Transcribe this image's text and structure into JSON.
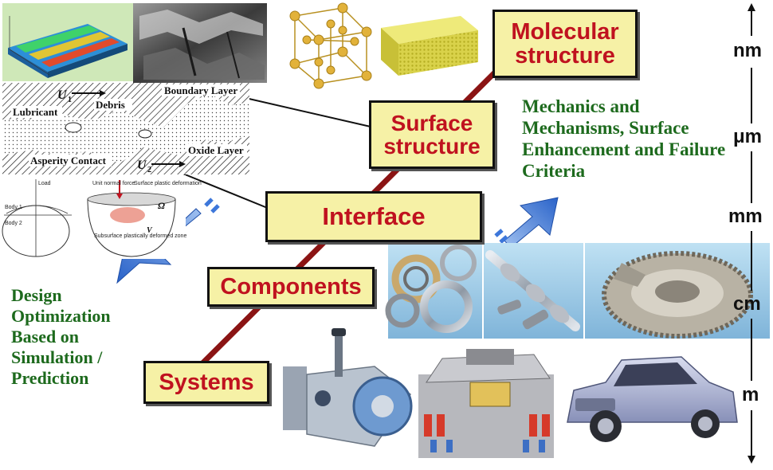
{
  "levels": {
    "molecular": "Molecular structure",
    "surface": "Surface structure",
    "interface": "Interface",
    "components": "Components",
    "systems": "Systems"
  },
  "mechanics_text": "Mechanics and Mechanisms, Surface Enhancement and Failure Criteria",
  "design_text": "Design Optimization Based on Simulation / Prediction",
  "scale": [
    "nm",
    "μm",
    "mm",
    "cm",
    "m"
  ],
  "diagram_labels": {
    "u1": "U",
    "u1_sub": "1",
    "u2": "U",
    "u2_sub": "2",
    "lubricant": "Lubricant",
    "debris": "Debris",
    "boundary_layer": "Boundary Layer",
    "asperity_contact": "Asperity Contact",
    "oxide_layer": "Oxide Layer"
  },
  "contact_labels": {
    "unit_normal_force": "Unit normal force",
    "surface_plastic": "Surface plastic deformation",
    "subsurface": "Subsurface plastically deformed zone",
    "omega": "Ω",
    "v": "V",
    "body1": "Body 1",
    "body2": "Body 2",
    "load": "Load"
  },
  "colors": {
    "box_fill": "#f6f1a6",
    "box_text": "#c0121f",
    "diagonal": "#8b1414",
    "green": "#1d6a1d",
    "arrow_blue": "#2f6fd6"
  }
}
